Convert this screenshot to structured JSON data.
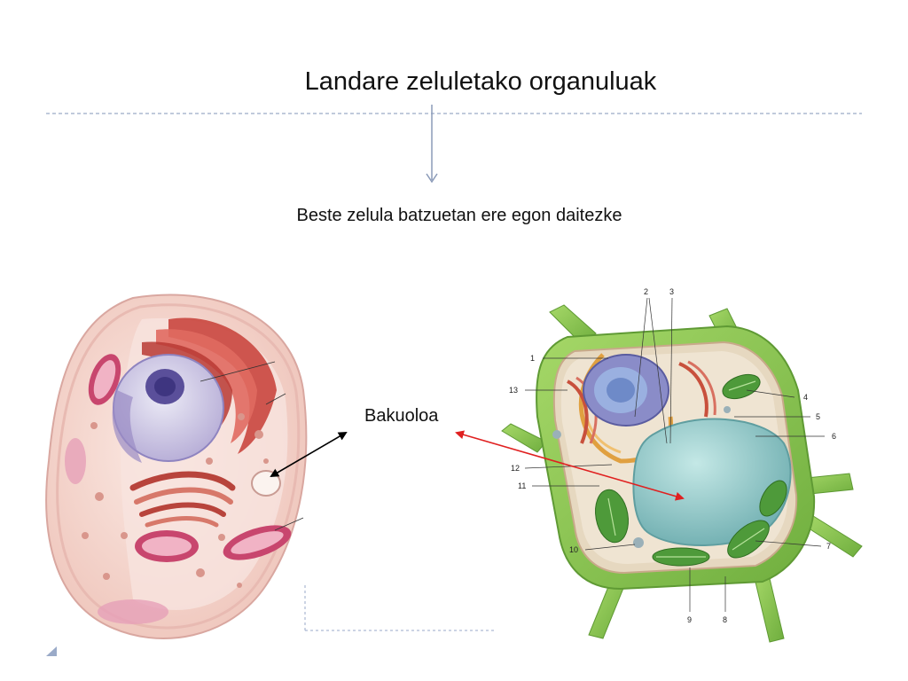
{
  "slide": {
    "title": "Landare zeluletako organuluak",
    "subtitle": "Beste zelula batzuetan  ere egon daitezke",
    "vacuole_label": "Bakuoloa"
  },
  "plant_cell_labels": [
    "1",
    "2",
    "3",
    "4",
    "5",
    "6",
    "7",
    "8",
    "9",
    "10",
    "11",
    "12",
    "13"
  ],
  "colors": {
    "divider": "#9aaac8",
    "down_arrow": "#8a9ab8",
    "animal_arrow": "#000000",
    "plant_arrow": "#e02020",
    "cell_wall": "#8cc44c",
    "vacuole": "#8cc4c4",
    "animal_cytoplasm": "#f4d4cc"
  }
}
